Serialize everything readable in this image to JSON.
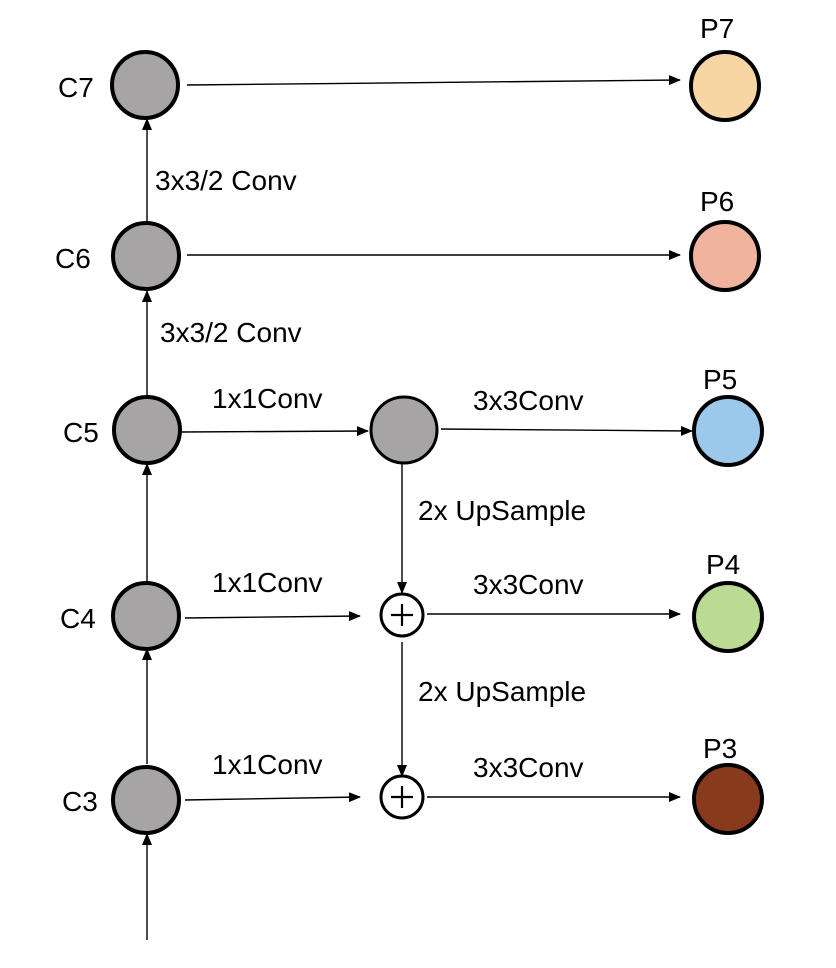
{
  "inputs": {
    "c7": "C7",
    "c6": "C6",
    "c5": "C5",
    "c4": "C4",
    "c3": "C3"
  },
  "outputs": {
    "p7": {
      "label": "P7",
      "color": "#f7d6a4"
    },
    "p6": {
      "label": "P6",
      "color": "#efb39e"
    },
    "p5": {
      "label": "P5",
      "color": "#9ac9ec"
    },
    "p4": {
      "label": "P4",
      "color": "#bbdb95"
    },
    "p3": {
      "label": "P3",
      "color": "#8a3a1c"
    }
  },
  "ops": {
    "c6_to_c7": "3x3/2 Conv",
    "c5_to_c6": "3x3/2 Conv",
    "c5_lateral": "1x1Conv",
    "c4_lateral": "1x1Conv",
    "c3_lateral": "1x1Conv",
    "p5_conv": "3x3Conv",
    "p4_conv": "3x3Conv",
    "p3_conv": "3x3Conv",
    "upsample_1": "2x UpSample",
    "upsample_2": "2x UpSample"
  },
  "colors": {
    "backbone_node": "#a6a4a5",
    "stroke": "#000000"
  }
}
